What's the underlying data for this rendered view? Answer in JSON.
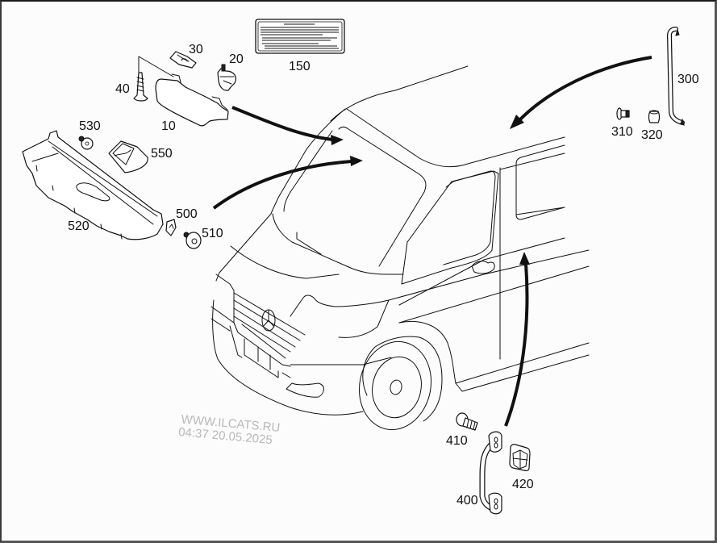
{
  "diagram": {
    "type": "exploded-parts-diagram",
    "subject": "van interior fittings (sun visor, grab handles, dashboard cover)",
    "callouts": [
      {
        "id": "c10",
        "label": "10",
        "part": "sun visor"
      },
      {
        "id": "c20",
        "label": "20",
        "part": "visor mount"
      },
      {
        "id": "c30",
        "label": "30",
        "part": "visor clip"
      },
      {
        "id": "c40",
        "label": "40",
        "part": "screw"
      },
      {
        "id": "c150",
        "label": "150",
        "part": "information label"
      },
      {
        "id": "c300",
        "label": "300",
        "part": "grab handle"
      },
      {
        "id": "c310",
        "label": "310",
        "part": "bolt"
      },
      {
        "id": "c320",
        "label": "320",
        "part": "spacer sleeve"
      },
      {
        "id": "c400",
        "label": "400",
        "part": "grab handle"
      },
      {
        "id": "c410",
        "label": "410",
        "part": "bolt"
      },
      {
        "id": "c420",
        "label": "420",
        "part": "cover cap"
      },
      {
        "id": "c500",
        "label": "500",
        "part": "clip"
      },
      {
        "id": "c510",
        "label": "510",
        "part": "nut"
      },
      {
        "id": "c520",
        "label": "520",
        "part": "dashboard trim panel"
      },
      {
        "id": "c530",
        "label": "530",
        "part": "fastener"
      },
      {
        "id": "c550",
        "label": "550",
        "part": "tray"
      }
    ],
    "arrows": [
      {
        "from": "sun-visor-group",
        "to": "windshield-top"
      },
      {
        "from": "dashboard-cover-group",
        "to": "windshield-lower"
      },
      {
        "from": "roof-grab-handle-300",
        "to": "side-door-top"
      },
      {
        "from": "door-grab-handle-400",
        "to": "side-door-pillar"
      }
    ]
  },
  "watermark": {
    "line1": "WWW.ILCATS.RU",
    "line2": "04:37 20.05.2025"
  },
  "colors": {
    "line": "#111111",
    "background": "#fcfcfc",
    "watermark": "#b9b9b9",
    "frame": "#555555"
  }
}
